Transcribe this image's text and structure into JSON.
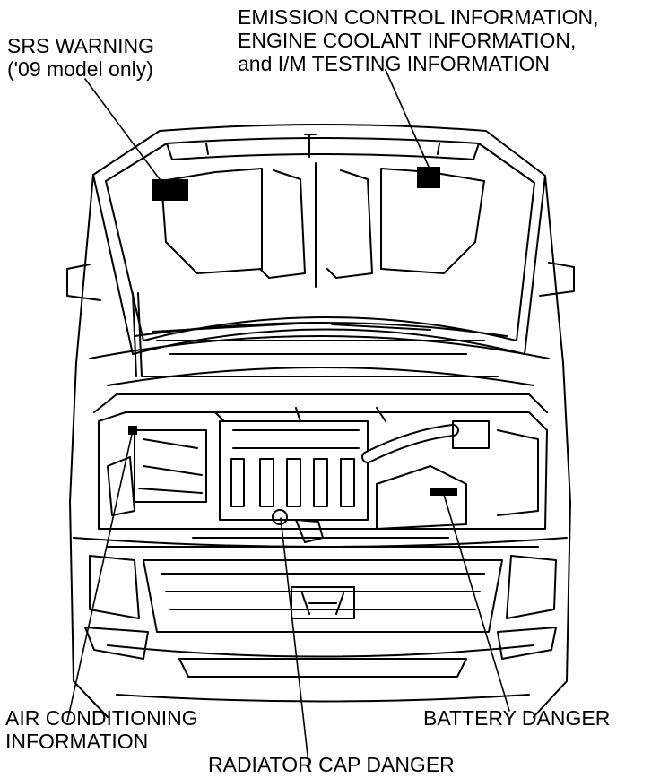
{
  "labels": {
    "srs": [
      "SRS WARNING",
      "('09 model only)"
    ],
    "emission": [
      "EMISSION CONTROL INFORMATION,",
      "ENGINE COOLANT INFORMATION,",
      "and I/M TESTING INFORMATION"
    ],
    "air_conditioning": [
      "AIR CONDITIONING",
      "INFORMATION"
    ],
    "battery": [
      "BATTERY DANGER"
    ],
    "radiator": [
      "RADIATOR CAP DANGER"
    ]
  },
  "colors": {
    "line": "#000000",
    "background": "#ffffff"
  }
}
